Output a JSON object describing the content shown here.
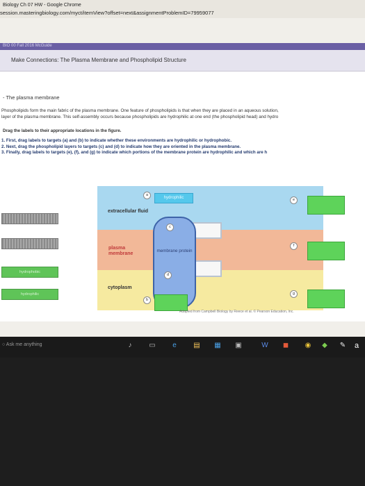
{
  "browser": {
    "title": "Biology Ch 07 HW - Google Chrome",
    "url": "session.masteringbiology.com/myct/itemView?offset=next&assignmentProblemID=79959077"
  },
  "course": {
    "label": "BIO 00 Fall 2016 McGuide"
  },
  "header": {
    "title": "Make Connections: The Plasma Membrane and Phospholipid Structure"
  },
  "content": {
    "section_title": "- The plasma membrane",
    "paragraph_line1": "Phospholipids form the main fabric of the plasma membrane. One feature of phospholipids is that when they are placed in an aqueous solution,",
    "paragraph_line2": "layer of the plasma membrane. This self-assembly occurs because phospholipids are hydrophilic at one end (the phospholipid head) and hydro",
    "instruction": "Drag the labels to their appropriate locations in the figure.",
    "steps": [
      "1. First, drag labels to targets (a) and (b) to indicate whether these environments are hydrophilic or hydrophobic.",
      "2. Next, drag the phospholipid layers to targets (c) and (d) to indicate how they are oriented in the plasma membrane.",
      "3. Finally, drag labels to targets (e), (f), and (g) to indicate which portions of the membrane protein are hydrophilic and which are h"
    ]
  },
  "figure": {
    "zones": {
      "extracellular": "extracellular fluid",
      "membrane": "plasma membrane",
      "cytoplasm": "cytoplasm"
    },
    "protein_label": "membrane protein",
    "placed_label": "hydrophilic",
    "targets": {
      "a": "a",
      "b": "b",
      "c": "c",
      "d": "d",
      "e": "e",
      "f": "f",
      "g": "g"
    },
    "credit": "Adapted from Campbell Biology by Reece et al. © Pearson Education, Inc."
  },
  "labels": [
    {
      "text": "",
      "style": "empty"
    },
    {
      "text": "",
      "style": "empty"
    },
    {
      "text": "hydrophobic",
      "style": "green"
    },
    {
      "text": "hydrophilic",
      "style": "green"
    }
  ],
  "taskbar": {
    "search_placeholder": "Ask me anything",
    "a_label": "a"
  }
}
